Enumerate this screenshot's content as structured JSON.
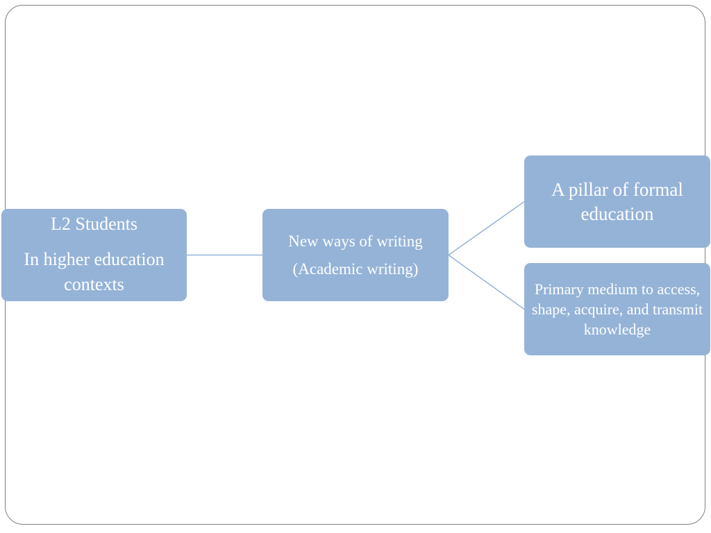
{
  "diagram": {
    "nodes": {
      "root": {
        "line1": "L2 Students",
        "line2": "In higher education contexts"
      },
      "middle": {
        "line1": "New ways of writing",
        "line2": "(Academic writing)"
      },
      "top_right": {
        "text": "A pillar of formal education"
      },
      "bottom_right": {
        "text": "Primary medium to access, shape, acquire, and transmit knowledge"
      }
    },
    "colors": {
      "node_fill": "#95b3d7",
      "node_text": "#ffffff",
      "connector": "#95b3d7",
      "frame_border": "#7f7f7f"
    }
  }
}
